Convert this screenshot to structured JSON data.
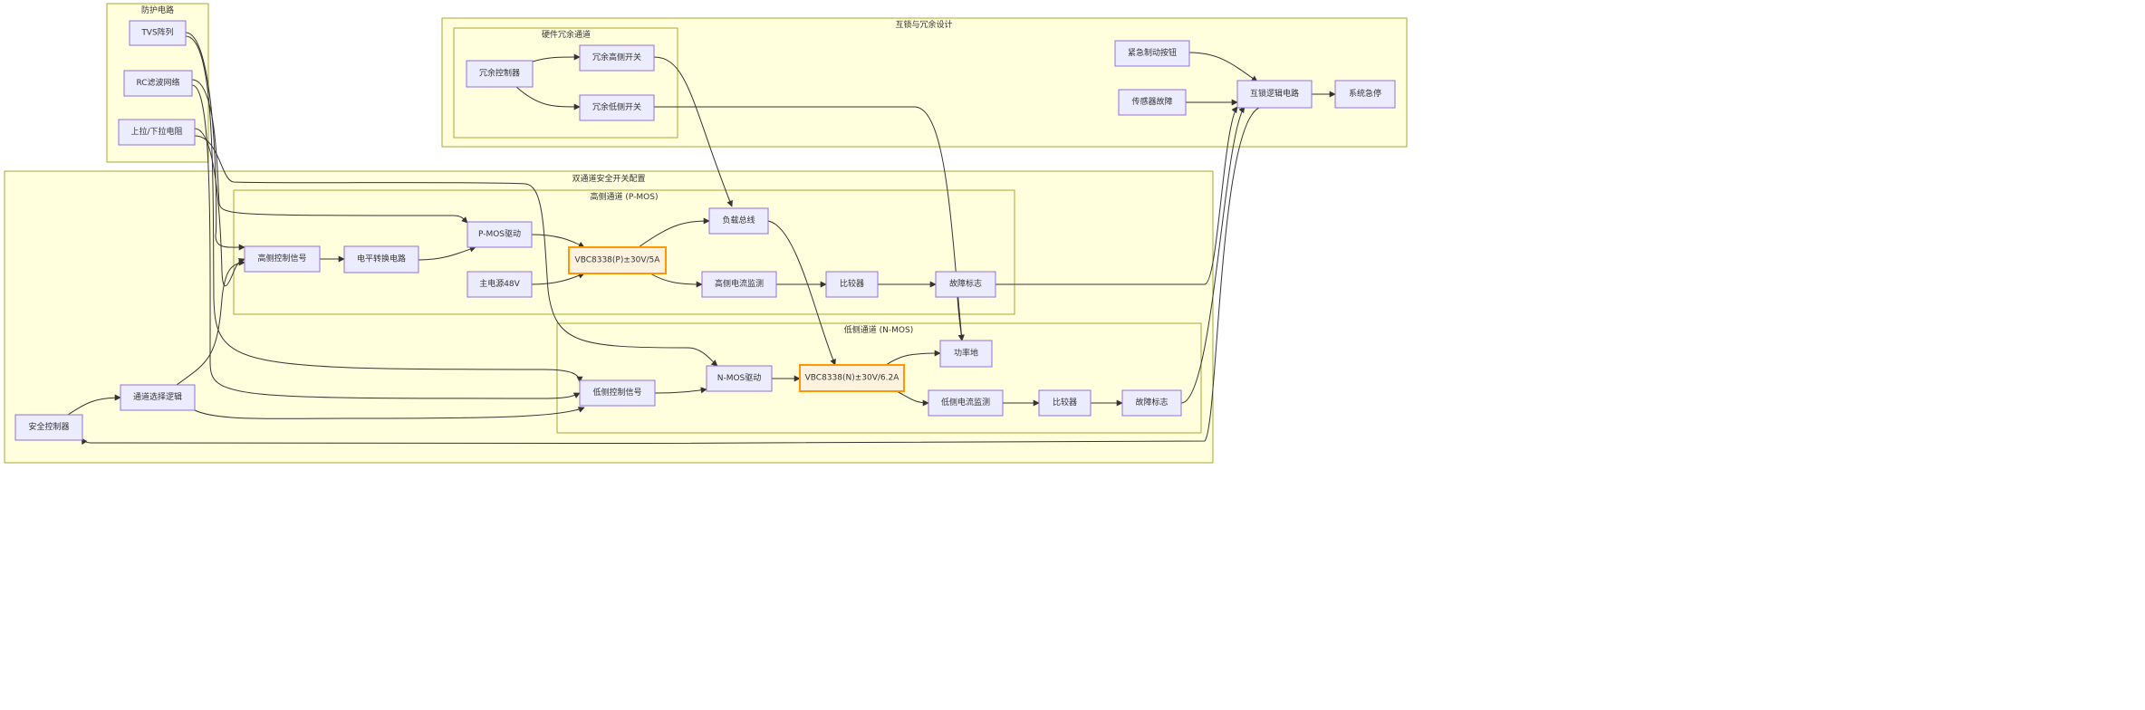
{
  "clusters": {
    "protect": "防护电路",
    "interlock": "互锁与冗余设计",
    "redundant": "硬件冗余通道",
    "dual": "双通道安全开关配置",
    "high": "高侧通道 (P-MOS)",
    "low": "低侧通道 (N-MOS)"
  },
  "nodes": {
    "tvs": "TVS阵列",
    "rc": "RC滤波网络",
    "pull": "上拉/下拉电阻",
    "rctl": "冗余控制器",
    "rhigh": "冗余高侧开关",
    "rlow": "冗余低侧开关",
    "estop": "紧急制动按钮",
    "sensor": "传感器故障",
    "interlock": "互锁逻辑电路",
    "sysstop": "系统急停",
    "hsig": "高侧控制信号",
    "level": "电平转换电路",
    "pdrv": "P-MOS驱动",
    "power": "主电源48V",
    "pmos": "VBC8338(P)±30V/5A",
    "bus": "负载总线",
    "hmon": "高侧电流监测",
    "hcmp": "比较器",
    "hfault": "故障标志",
    "gnd": "功率地",
    "ndrv": "N-MOS驱动",
    "nmos": "VBC8338(N)±30V/6.2A",
    "lsig": "低侧控制信号",
    "lmon": "低侧电流监测",
    "lcmp": "比较器",
    "lfault": "故障标志",
    "chsel": "通道选择逻辑",
    "safety": "安全控制器"
  },
  "colors": {
    "cluster_fill": "#ffffde",
    "cluster_border": "#aaaa33",
    "node_fill": "#ececff",
    "node_border": "#9370db",
    "highlight_fill": "#fff3e0",
    "highlight_border": "#ff9800",
    "edge": "#333333"
  }
}
